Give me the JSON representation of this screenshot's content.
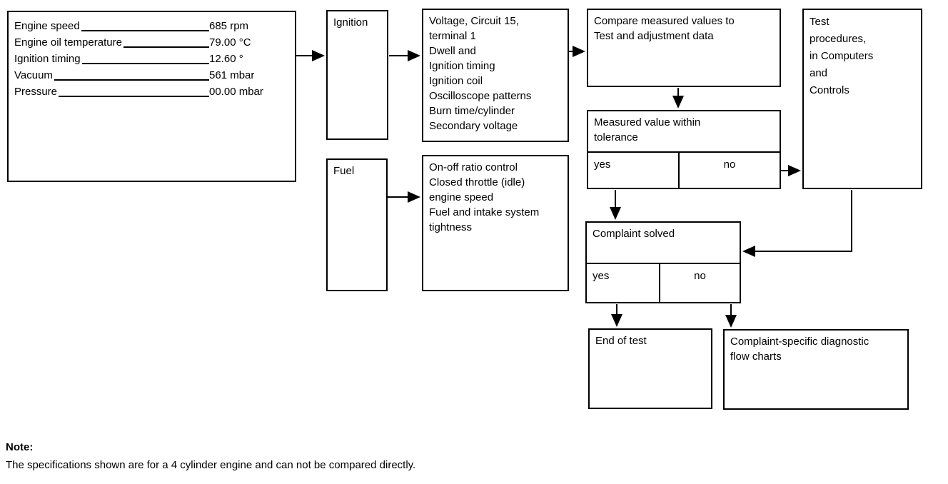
{
  "diagram": {
    "specs_box": {
      "rows": [
        {
          "label": "Engine speed",
          "value": "685 rpm"
        },
        {
          "label": "Engine oil temperature",
          "value": "79.00 °C"
        },
        {
          "label": "Ignition timing",
          "value": "12.60 °"
        },
        {
          "label": "Vacuum",
          "value": "561 mbar"
        },
        {
          "label": "Pressure",
          "value": "00.00 mbar"
        }
      ]
    },
    "ignition_box": {
      "label": "Ignition"
    },
    "ignition_tests_box": {
      "lines": [
        "Voltage, Circuit 15,",
        "terminal 1",
        "Dwell and",
        "Ignition timing",
        "Ignition coil",
        "Oscilloscope patterns",
        "Burn time/cylinder",
        "Secondary voltage"
      ]
    },
    "fuel_box": {
      "label": "Fuel"
    },
    "fuel_tests_box": {
      "lines": [
        "On-off ratio control",
        "Closed throttle (idle)",
        "engine speed",
        "Fuel and intake system",
        "tightness"
      ]
    },
    "compare_box": {
      "lines": [
        "Compare measured values to",
        "Test and adjustment data"
      ]
    },
    "tolerance_box": {
      "title_lines": [
        "Measured value within",
        "tolerance"
      ],
      "yes_label": "yes",
      "no_label": "no"
    },
    "test_procedures_box": {
      "lines": [
        "Test",
        "procedures,",
        "in Computers",
        "and",
        "Controls"
      ]
    },
    "complaint_box": {
      "title": "Complaint solved",
      "yes_label": "yes",
      "no_label": "no"
    },
    "end_box": {
      "label": "End of test"
    },
    "diagnostic_box": {
      "lines": [
        "Complaint-specific diagnostic",
        "flow charts"
      ]
    },
    "note": {
      "title": "Note:",
      "text": "The specifications shown are for a 4 cylinder engine and can not be compared directly."
    },
    "colors": {
      "line": "#000000",
      "background": "#ffffff"
    }
  }
}
